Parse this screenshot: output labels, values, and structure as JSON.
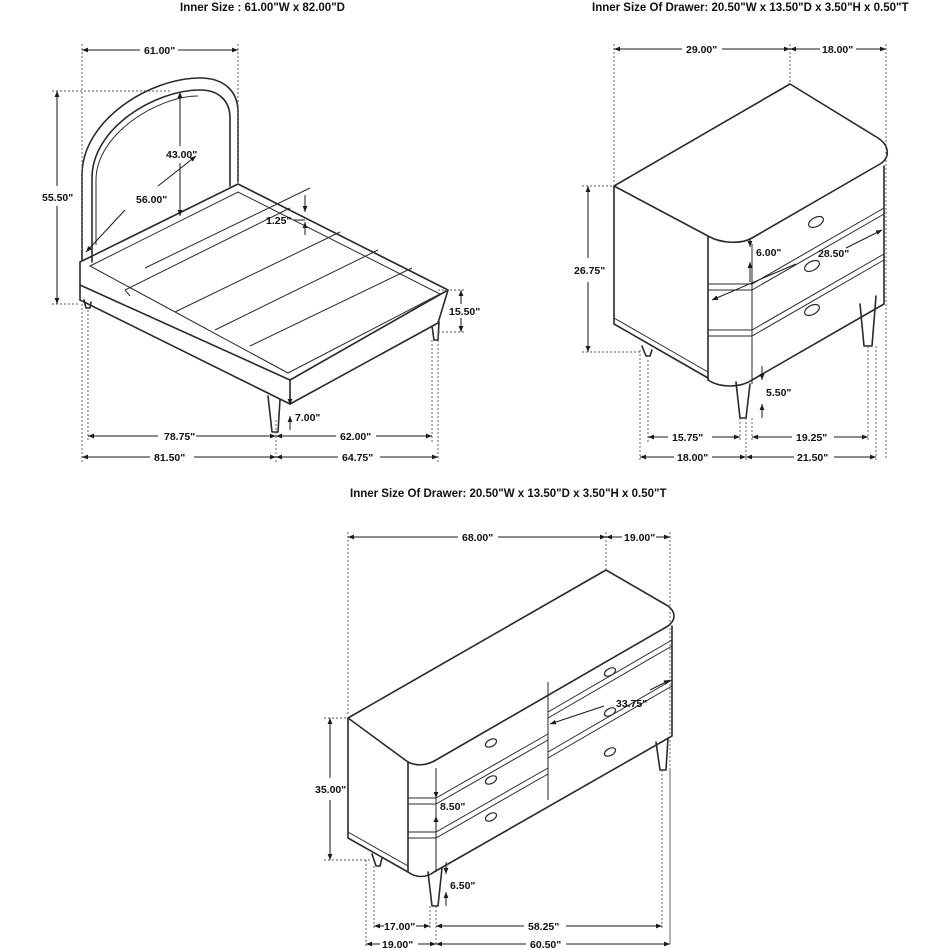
{
  "titles": {
    "bed": "Inner Size : 61.00\"W x 82.00\"D",
    "chest": "Inner Size Of Drawer: 20.50\"W x 13.50\"D x 3.50\"H x 0.50\"T",
    "dresser": "Inner Size Of Drawer: 20.50\"W x 13.50\"D x 3.50\"H x 0.50\"T"
  },
  "bed": {
    "headboard_width": "61.00\"",
    "overall_height": "55.50\"",
    "headboard_height": "43.00\"",
    "headboard_inner_width": "56.00\"",
    "slat_depth": "1.25\"",
    "rail_height": "15.50\"",
    "clearance": "7.00\"",
    "inner_length": "78.75\"",
    "inner_width": "62.00\"",
    "overall_length": "81.50\"",
    "overall_width": "64.75\""
  },
  "chest": {
    "width": "29.00\"",
    "depth": "18.00\"",
    "drawer_height": "6.00\"",
    "drawer_width": "28.50\"",
    "height": "26.75\"",
    "leg_height": "5.50\"",
    "inner_depth": "15.75\"",
    "inner_width": "19.25\"",
    "base_depth": "18.00\"",
    "base_width": "21.50\""
  },
  "dresser": {
    "width": "68.00\"",
    "depth": "19.00\"",
    "drawer_width": "33.75\"",
    "height": "35.00\"",
    "drawer_height": "8.50\"",
    "leg_height": "6.50\"",
    "inner_depth": "17.00\"",
    "inner_width": "58.25\"",
    "base_depth": "19.00\"",
    "base_width": "60.50\""
  }
}
